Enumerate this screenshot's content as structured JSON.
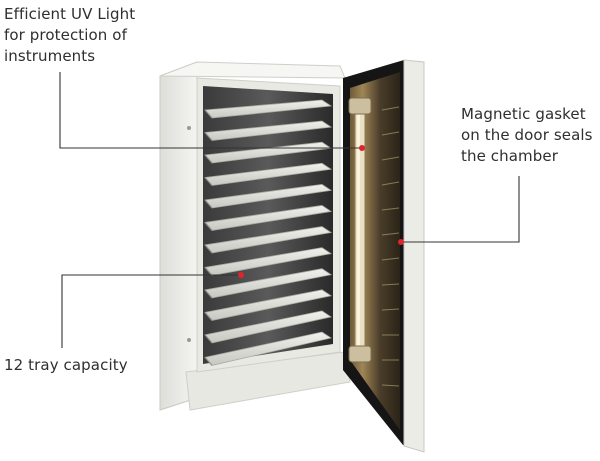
{
  "annotations": {
    "uv_light": {
      "lines": [
        "Efficient UV Light",
        "for protection of",
        "instruments"
      ]
    },
    "gasket": {
      "lines": [
        "Magnetic gasket",
        "on the door seals",
        "the chamber"
      ]
    },
    "trays": {
      "lines": [
        "12 tray capacity"
      ]
    }
  },
  "product": {
    "tray_count": 12
  },
  "colors": {
    "callout_line": "#333333",
    "callout_dot": "#e0242c",
    "cabinet_body": "#eeeeea",
    "door_frame": "#161616",
    "tray": "#dcdcd8"
  }
}
